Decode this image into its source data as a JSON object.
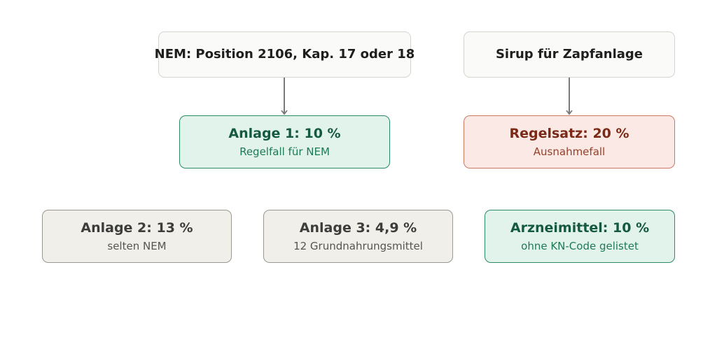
{
  "nodes": {
    "nem_position": {
      "title": "NEM: Position 2106, Kap. 17 oder 18"
    },
    "sirup": {
      "title": "Sirup für Zapfanlage"
    },
    "anlage1": {
      "title": "Anlage 1: 10 %",
      "subtitle": "Regelfall für NEM"
    },
    "regelsatz": {
      "title": "Regelsatz: 20 %",
      "subtitle": "Ausnahmefall"
    },
    "anlage2": {
      "title": "Anlage 2: 13 %",
      "subtitle": "selten NEM"
    },
    "anlage3": {
      "title": "Anlage 3: 4,9 %",
      "subtitle": "12 Grundnahrungsmittel"
    },
    "arzneimittel": {
      "title": "Arzneimittel: 10 %",
      "subtitle": "ohne KN-Code gelistet"
    }
  },
  "colors": {
    "neutral_fill": "#fafaf8",
    "green_fill": "#e2f3ec",
    "green_border": "#2b8c63",
    "red_fill": "#fbe9e5",
    "red_border": "#cc7a66",
    "gray_fill": "#f1efea",
    "gray_border": "#9a978f",
    "arrow": "#7a7a7a"
  }
}
